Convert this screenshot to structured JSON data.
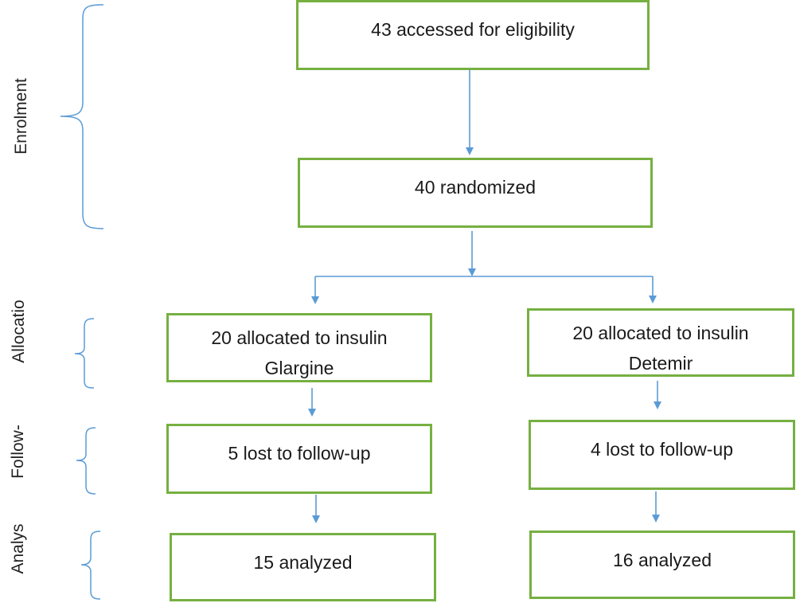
{
  "stages": {
    "enrolment": "Enrolment",
    "allocation": "Allocatio",
    "follow_up": "Follow-",
    "analysis": "Analys"
  },
  "boxes": {
    "assessed": "43 accessed for eligibility",
    "randomized": "40 randomized",
    "allocated_glargine": "20 allocated to insulin\nGlargine",
    "allocated_detemir": "20 allocated to insulin\nDetemir",
    "lost_glargine": "5 lost to follow-up",
    "lost_detemir": "4 lost to follow-up",
    "analyzed_glargine": "15 analyzed",
    "analyzed_detemir": "16 analyzed"
  },
  "colors": {
    "box_border": "#76b041",
    "arrow": "#5b9bd5",
    "bracket": "#5b9bd5"
  }
}
